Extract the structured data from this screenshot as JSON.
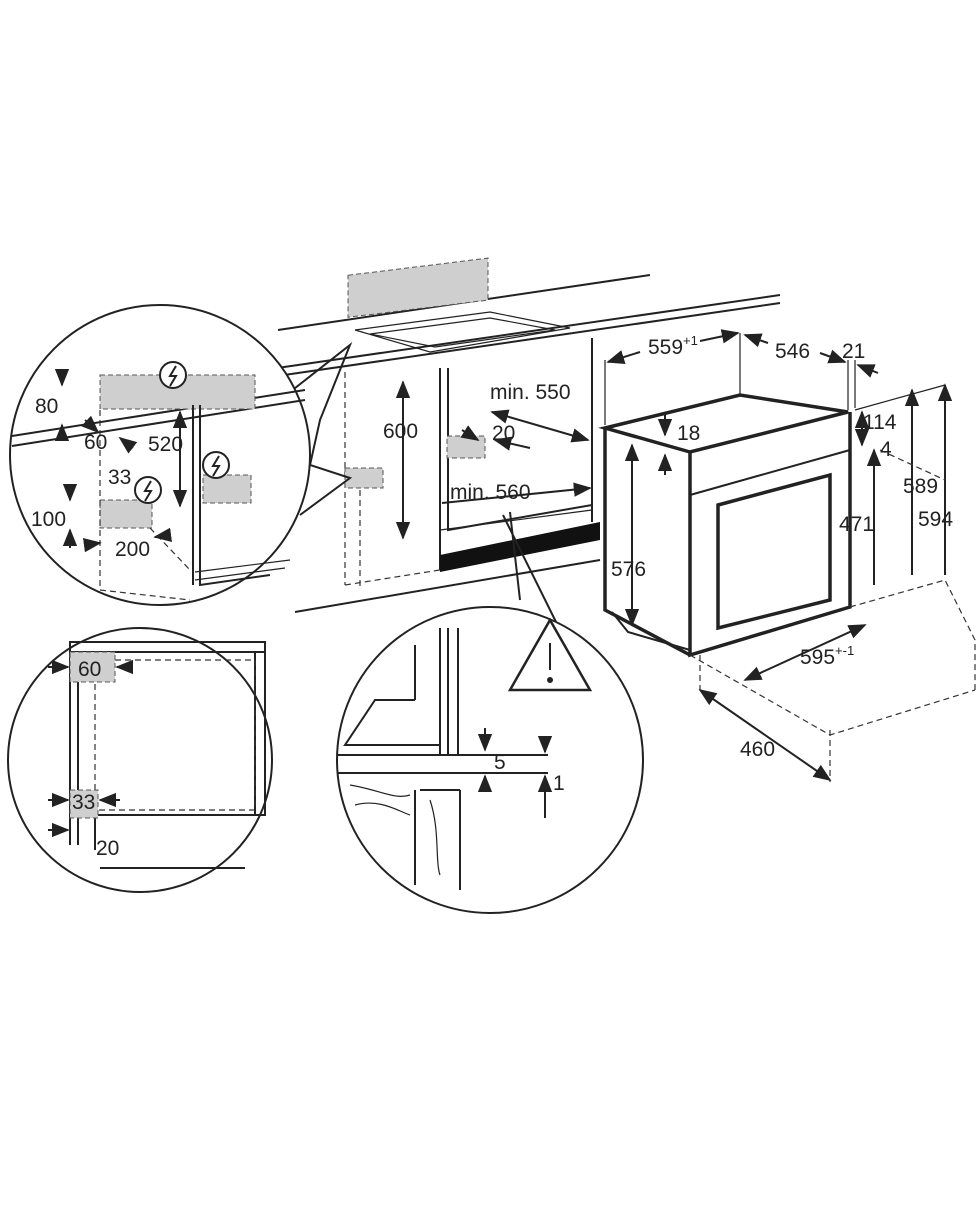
{
  "detail_top_left": {
    "dim_80": "80",
    "dim_60": "60",
    "dim_520": "520",
    "dim_33": "33",
    "dim_100": "100",
    "dim_200": "200",
    "icons": [
      "electric-hazard-icon",
      "electric-hazard-icon",
      "electric-hazard-icon"
    ]
  },
  "cabinet": {
    "dim_600": "600",
    "min_550": "min. 550",
    "dim_20": "20",
    "min_560": "min. 560"
  },
  "oven": {
    "width_top": "559",
    "width_top_tol": "+1",
    "depth": "546",
    "front": "21",
    "dim_114": "114",
    "dim_18": "18",
    "dim_4": "4",
    "dim_589": "589",
    "dim_594": "594",
    "dim_471": "471",
    "dim_576": "576",
    "width_front": "595",
    "width_front_tol": "+-1",
    "dim_460": "460"
  },
  "detail_bottom_left": {
    "dim_60": "60",
    "dim_33": "33",
    "dim_20": "20"
  },
  "detail_bottom_middle": {
    "dim_5": "5",
    "dim_1": "1",
    "icon": "warning-triangle-icon"
  }
}
